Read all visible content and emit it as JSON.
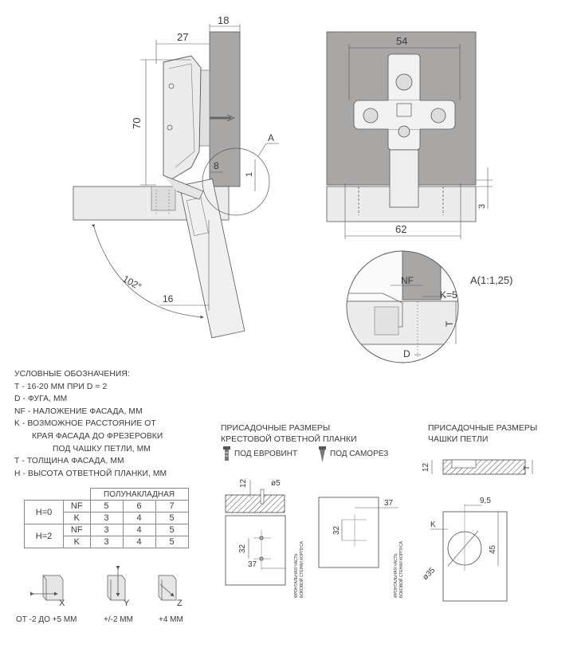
{
  "top_dims": {
    "d18": "18",
    "d27": "27",
    "d70": "70",
    "d8": "8",
    "d1": "1",
    "dA": "A",
    "d102": "102°",
    "d16": "16",
    "d54": "54",
    "d62": "62",
    "d3": "3"
  },
  "detail": {
    "title": "A(1:1,25)",
    "nf": "NF",
    "k": "K=5",
    "t": "T",
    "d": "D"
  },
  "legend": {
    "title": "УСЛОВНЫЕ ОБОЗНАЧЕНИЯ:",
    "l1": "Т - 16-20 ММ ПРИ D = 2",
    "l2": "D - ФУГА, ММ",
    "l3": "NF - НАЛОЖЕНИЕ ФАСАДА, ММ",
    "l4": "K - ВОЗМОЖНОЕ РАССТОЯНИЕ ОТ",
    "l5": "КРАЯ ФАСАДА ДО ФРЕЗЕРОВКИ",
    "l6": "ПОД ЧАШКУ ПЕТЛИ, ММ",
    "l7": "Т - ТОЛЩИНА ФАСАДА, ММ",
    "l8": "Н - ВЫСОТА ОТВЕТНОЙ ПЛАНКИ, ММ"
  },
  "table": {
    "header": "ПОЛУНАКЛАДНАЯ",
    "rows": [
      {
        "h": "H=0",
        "nf_label": "NF",
        "k_label": "K",
        "nf": [
          "5",
          "6",
          "7"
        ],
        "k": [
          "3",
          "4",
          "5"
        ]
      },
      {
        "h": "H=2",
        "nf_label": "NF",
        "k_label": "K",
        "nf": [
          "3",
          "4",
          "5"
        ],
        "k": [
          "3",
          "4",
          "5"
        ]
      }
    ]
  },
  "adjust": {
    "x_label": "X",
    "y_label": "Y",
    "z_label": "Z",
    "x_caption": "ОТ -2 ДО +5 ММ",
    "y_caption": "+/-2 ММ",
    "z_caption": "+4 ММ"
  },
  "cross_plate": {
    "title1": "ПРИСАДОЧНЫЕ РАЗМЕРЫ",
    "title2": "КРЕСТОВОЙ ОТВЕТНОЙ ПЛАНКИ",
    "euro": "ПОД ЕВРОВИНТ",
    "screw": "ПОД САМОРЕЗ",
    "d12": "12",
    "d5": "ø5",
    "d32a": "32",
    "d37a": "37",
    "d37b": "37",
    "d32b": "32",
    "side1": "ФРОНТАЛЬНАЯ ЧАСТЬ",
    "side2": "БОКОВОЙ СТЕНКИ КОРПУСА"
  },
  "cup": {
    "title1": "ПРИСАДОЧНЫЕ РАЗМЕРЫ",
    "title2": "ЧАШКИ ПЕТЛИ",
    "d12": "12",
    "t": "T",
    "k": "K",
    "d95": "9,5",
    "d45": "45",
    "d35": "ø35"
  }
}
